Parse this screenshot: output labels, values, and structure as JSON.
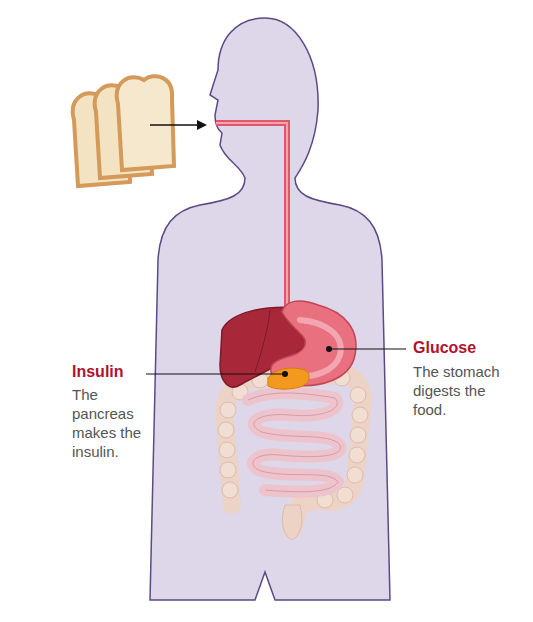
{
  "diagram": {
    "labels": [
      "Insulin",
      "The pancreas makes the insulin.",
      "Glucose",
      "The stomach digests the food."
    ]
  }
}
